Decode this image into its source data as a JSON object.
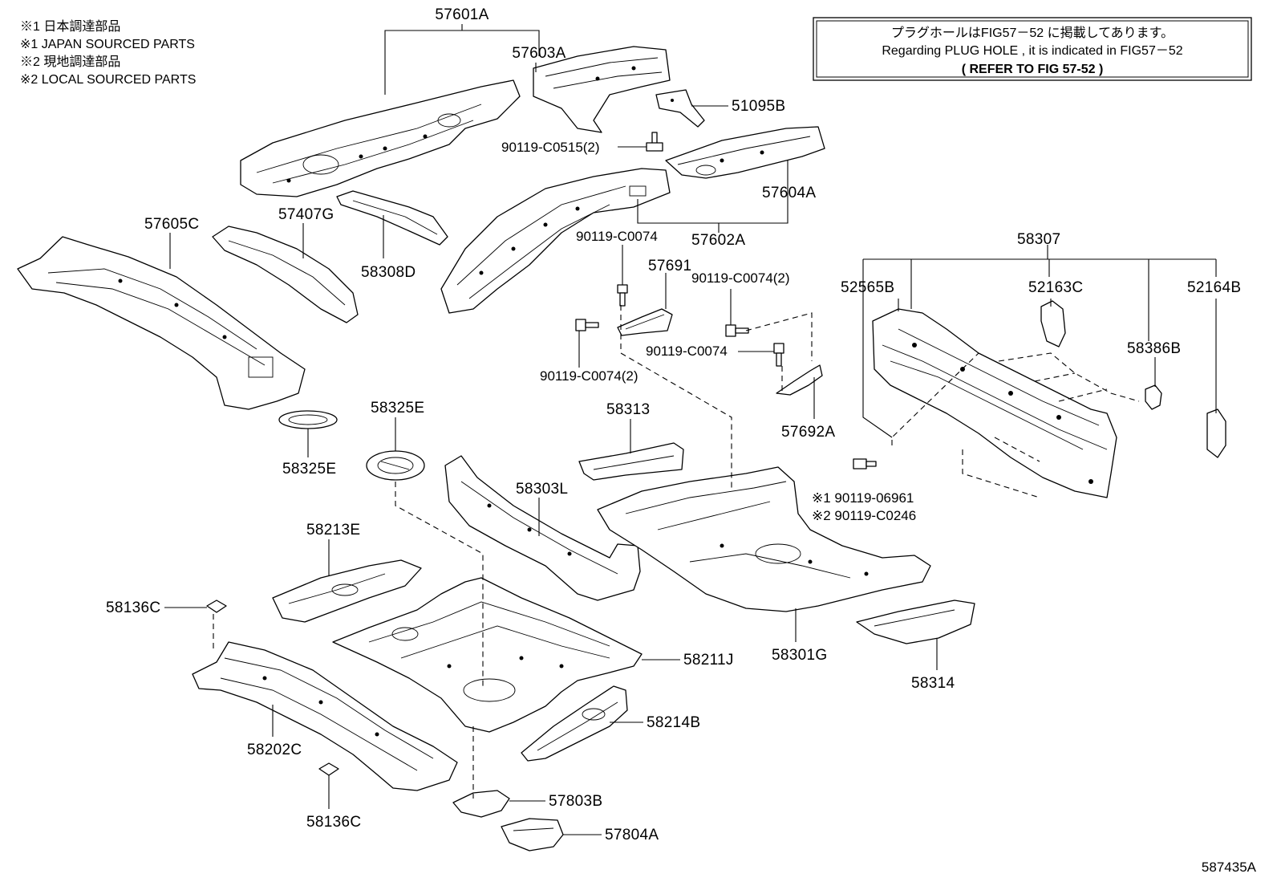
{
  "notes": {
    "line1": "※1 日本調達部品",
    "line2": "※1 JAPAN SOURCED PARTS",
    "line3": "※2 現地調達部品",
    "line4": "※2 LOCAL SOURCED PARTS"
  },
  "reference_box": {
    "line1": "プラグホールはFIG57－52 に掲載してあります。",
    "line2": "Regarding  PLUG  HOLE ,  it  is  indicated  in  FIG57－52",
    "line3": "(   REFER  TO  FIG  57-52   )"
  },
  "labels": {
    "p57601A": "57601A",
    "p57603A": "57603A",
    "p51095B": "51095B",
    "p90119_C0515": "90119-C0515(2)",
    "p57604A": "57604A",
    "p57602A": "57602A",
    "p57605C": "57605C",
    "p57407G": "57407G",
    "p58308D": "58308D",
    "p90119_C0074_a": "90119-C0074",
    "p57691": "57691",
    "p90119_C0074_2a": "90119-C0074(2)",
    "p90119_C0074_b": "90119-C0074",
    "p90119_C0074_2b": "90119-C0074(2)",
    "p57692A": "57692A",
    "p58307": "58307",
    "p52565B": "52565B",
    "p52163C": "52163C",
    "p52164B": "52164B",
    "p58386B": "58386B",
    "p90119_06961": "※1 90119-06961",
    "p90119_C0246": "※2 90119-C0246",
    "p58325E_a": "58325E",
    "p58325E_b": "58325E",
    "p58313": "58313",
    "p58303L": "58303L",
    "p58213E": "58213E",
    "p58136C_a": "58136C",
    "p58211J": "58211J",
    "p58301G": "58301G",
    "p58314": "58314",
    "p58214B": "58214B",
    "p58202C": "58202C",
    "p58136C_b": "58136C",
    "p57803B": "57803B",
    "p57804A": "57804A"
  },
  "figure_id": "587435A"
}
